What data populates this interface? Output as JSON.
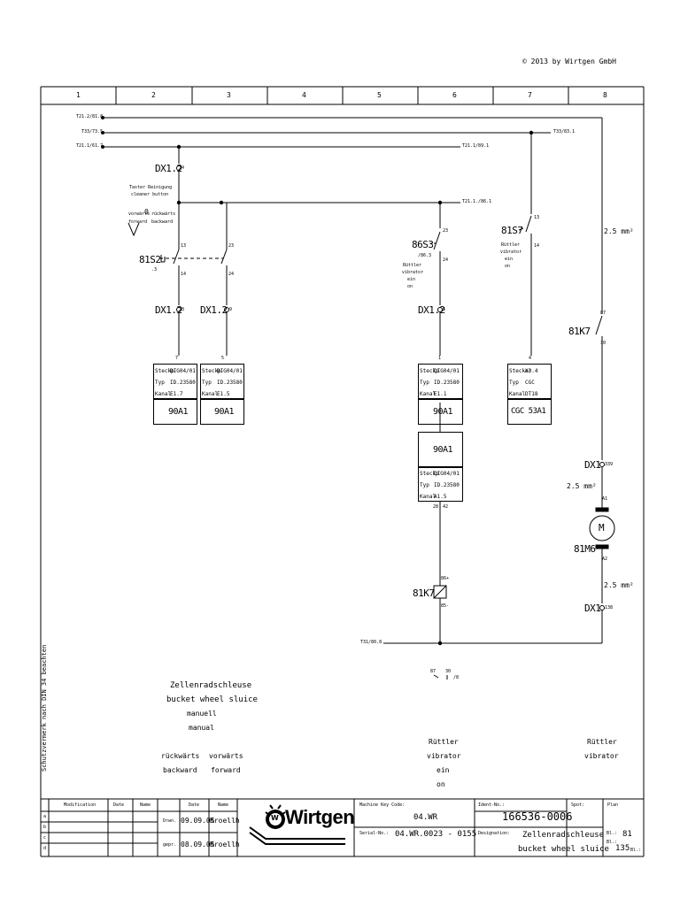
{
  "copyright": "© 2013 by Wirtgen GmbH",
  "columns": [
    "1",
    "2",
    "3",
    "4",
    "5",
    "6",
    "7",
    "8"
  ],
  "refs": {
    "r1": "T21.2/81.8",
    "r2": "T33/73.5",
    "r3": "T21.1/61.7",
    "r4": "T21.1/89.1",
    "r5": "T33/83.1",
    "r6": "T21.1./86.1",
    "r7": "T31/80.8"
  },
  "terminals": {
    "dx_a": "DX1.2",
    "dx_a_pin": "4",
    "dx_b": "DX1.2",
    "dx_b_pin": "8",
    "dx_c": "DX1.2",
    "dx_c_pin": "9",
    "dx_d": "DX1.2",
    "dx_d_pin": "5",
    "dx_e": "DX1",
    "dx_e_pin": "339",
    "dx_f": "DX1",
    "dx_f_pin": "138"
  },
  "s81s2": {
    "tag": "81S2",
    "sub": ".3",
    "desc_de": "Taster Reinigung",
    "desc_en": "cleaner button",
    "pos_vor_de": "vorwärts",
    "pos_zero": "0",
    "pos_rueck_de": "rückwärts",
    "pos_vor_en": "forward",
    "pos_rueck_en": "backward",
    "c1_top": "13",
    "c1_bot": "14",
    "c2_top": "23",
    "c2_bot": "24"
  },
  "s86s3": {
    "tag": "86S3",
    "ref": "/86.3",
    "top": "23",
    "bot": "24",
    "d1": "Rüttler",
    "d2": "vibrator",
    "d3": "ein",
    "d4": "on"
  },
  "s81s7": {
    "tag": "81S7",
    "top": "13",
    "bot": "14",
    "d1": "Rüttler",
    "d2": "vibrator",
    "d3": "ein",
    "d4": "on"
  },
  "k81k7": {
    "tag": "81K7",
    "top": "87",
    "bot": "30"
  },
  "k81k7_coil": {
    "tag": "81K7",
    "top": "86+",
    "bot": "85-"
  },
  "wire1": "2.5 mm²",
  "wire2": "2.5 mm²",
  "wire3": "2.5 mm²",
  "motor": {
    "tag": "81M6",
    "symbol": "M",
    "a1": "A1",
    "a2": "A2"
  },
  "contact_ref": {
    "a": "87",
    "b": "30",
    "c": "/8"
  },
  "io_modules": [
    {
      "num": "7",
      "k1": "Steckp",
      "v1": "DIG04/01",
      "k2": "Typ",
      "v2": "ID.23580",
      "k3": "Kanal",
      "v3": "E1.7",
      "name": "90A1"
    },
    {
      "num": "5",
      "k1": "Steckp",
      "v1": "DIG04/01",
      "k2": "Typ",
      "v2": "ID.23580",
      "k3": "Kanal",
      "v3": "E1.5",
      "name": "90A1"
    },
    {
      "num": "1",
      "k1": "Steckp",
      "v1": "DIG04/01",
      "k2": "Typ",
      "v2": "ID.23580",
      "k3": "Kanal",
      "v3": "E1.1",
      "name": "90A1"
    },
    {
      "num": "4",
      "k1": "Stecker",
      "v1": "X3.4",
      "k2": "Typ",
      "v2": "CGC",
      "k3": "Kanal",
      "v3": "DT18",
      "name": "CGC  53A1"
    }
  ],
  "out_module": {
    "name": "90A1",
    "k1": "Steckp",
    "v1": "DIG04/01",
    "k2": "Typ",
    "v2": "ID.23580",
    "k3": "Kanal",
    "v3": "A1.5",
    "p1": "28",
    "p2": "42"
  },
  "captions": {
    "title_de": "Zellenradschleuse",
    "title_en": "bucket wheel sluice",
    "mode_de": "manuell",
    "mode_en": "manual",
    "back_de": "rückwärts",
    "back_en": "backward",
    "fwd_de": "vorwärts",
    "fwd_en": "forward",
    "vib6_1": "Rüttler",
    "vib6_2": "vibrator",
    "vib6_3": "ein",
    "vib6_4": "on",
    "vib8_1": "Rüttler",
    "vib8_2": "vibrator"
  },
  "side_note": "Schutzvermerk nach DIN 34 beachten",
  "title_block": {
    "rev_headers": [
      "Modification",
      "Date",
      "Name"
    ],
    "rev_letters": [
      "a",
      "b",
      "c",
      "d"
    ],
    "sign_headers": [
      "Date",
      "Name"
    ],
    "drawn_label": "Drwn.",
    "drawn_date": "09.09.05",
    "drawn_name": "Kroellh",
    "checked_label": "gepr.",
    "checked_date": "08.09.05",
    "checked_name": "Kroellh",
    "logo_text": "Wirtgen",
    "machine_key_label": "Machine Key Code:",
    "machine_key": "04.WR",
    "serial_label": "Serial-No.:",
    "serial": "04.WR.0023 - 0155",
    "ident_label": "Ident-No.:",
    "ident": "166536-0006",
    "spot_label": "Spot:",
    "plan_label": "Plan",
    "designation_label": "Designation:",
    "designation_de": "Zellenradschleuse",
    "designation_en": "bucket wheel sluice",
    "sheet_label": "Bl.:",
    "sheet": "81",
    "of_label": "Bl.:",
    "of_value": "135",
    "of_suffix": "Bl.:"
  }
}
